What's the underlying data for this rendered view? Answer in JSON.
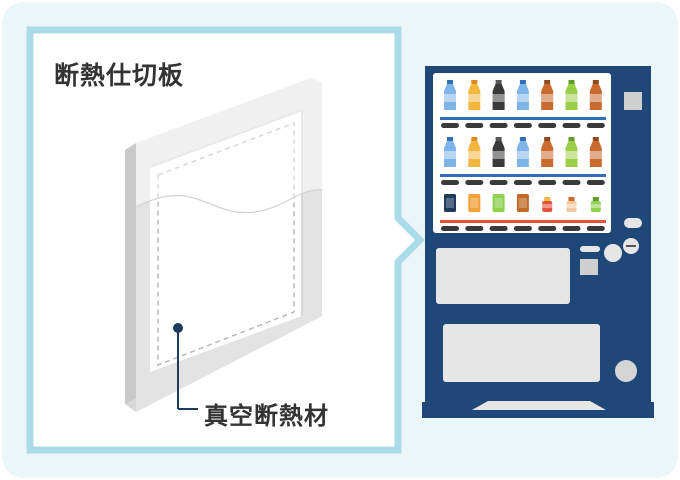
{
  "diagram": {
    "title": "断熱仕切板",
    "callout_label": "真空断熱材"
  },
  "colors": {
    "background": "#ebf6f9",
    "callout_border": "#a9dce8",
    "machine_body": "#1f4878",
    "panel_gray": "#e6e6e6",
    "shelf_blue": "#2e6fb7",
    "shelf_red": "#e0523a",
    "text": "#333333"
  },
  "vending_machine": {
    "rows": [
      {
        "shelf_color": "shelf_blue",
        "products": [
          "water-bottle-icon",
          "juice-bottle-icon",
          "cola-bottle-icon",
          "water-bottle-icon",
          "tea-bottle-icon",
          "green-tea-bottle-icon",
          "tea-bottle-icon"
        ]
      },
      {
        "shelf_color": "shelf_blue",
        "products": [
          "water-bottle-icon",
          "juice-bottle-icon",
          "cola-bottle-icon",
          "water-bottle-icon",
          "tea-bottle-icon",
          "green-tea-bottle-icon",
          "tea-bottle-icon"
        ]
      },
      {
        "shelf_color": "shelf_red",
        "products": [
          "dark-can-icon",
          "orange-can-icon",
          "green-can-icon",
          "coffee-can-icon",
          "small-bottle-icon",
          "milk-tea-bottle-icon",
          "green-small-bottle-icon"
        ]
      }
    ]
  }
}
